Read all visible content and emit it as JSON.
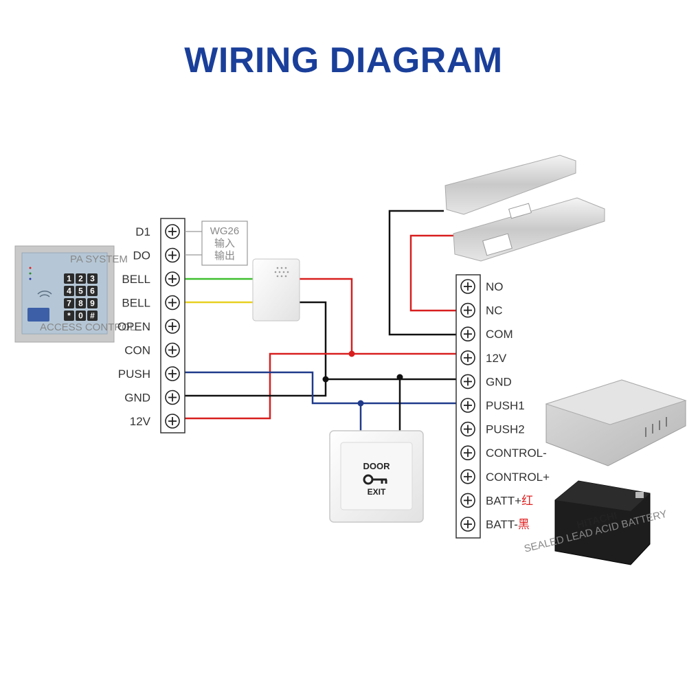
{
  "title": "WIRING DIAGRAM",
  "wg_box": {
    "line1": "WG26",
    "line2": "输入",
    "line3": "输出"
  },
  "left_terminals": [
    "D1",
    "DO",
    "BELL",
    "BELL",
    "OPEN",
    "CON",
    "PUSH",
    "GND",
    "12V"
  ],
  "right_terminals": [
    {
      "label": "NO",
      "suffix": ""
    },
    {
      "label": "NC",
      "suffix": ""
    },
    {
      "label": "COM",
      "suffix": ""
    },
    {
      "label": "12V",
      "suffix": ""
    },
    {
      "label": "GND",
      "suffix": ""
    },
    {
      "label": "PUSH1",
      "suffix": ""
    },
    {
      "label": "PUSH2",
      "suffix": ""
    },
    {
      "label": "CONTROL-",
      "suffix": ""
    },
    {
      "label": "CONTROL+",
      "suffix": ""
    },
    {
      "label": "BATT+",
      "suffix": "红"
    },
    {
      "label": "BATT-",
      "suffix": "黑"
    }
  ],
  "exit_button": {
    "top": "DOOR",
    "bottom": "EXIT"
  },
  "keypad": {
    "keys": [
      "1",
      "2",
      "3",
      "4",
      "5",
      "6",
      "7",
      "8",
      "9",
      "*",
      "0",
      "#"
    ],
    "footer": "ACCESS CONTROL",
    "brand": "PA SYSTEM"
  },
  "battery": {
    "brand": "HITACHI",
    "subtitle": "SEALED LEAD ACID BATTERY"
  },
  "wire_colors": {
    "red": "#d81e1e",
    "black": "#111111",
    "blue": "#1f3a8a",
    "green": "#3fbf2f",
    "yellow": "#e8d020"
  },
  "icons": {
    "terminal": "screw-terminal-icon",
    "key": "key-icon"
  }
}
